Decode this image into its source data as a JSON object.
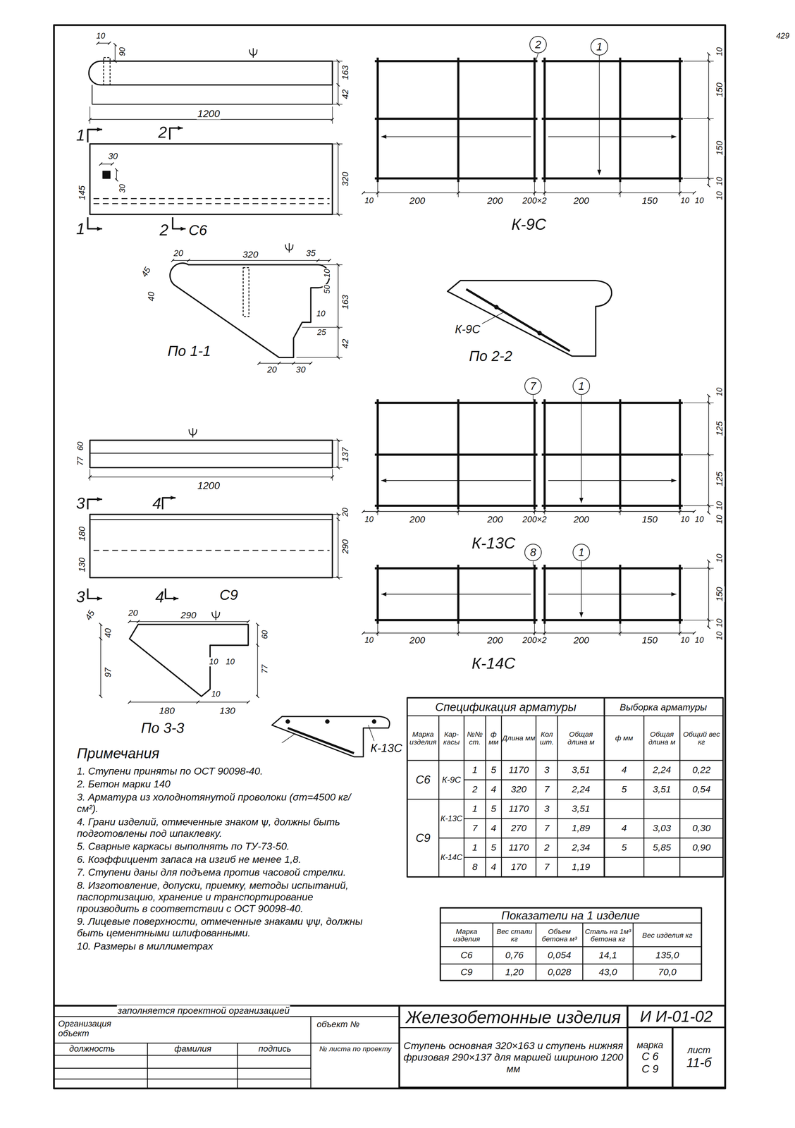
{
  "diagram": {
    "nodes": [
      {
        "text": [
          "2"
        ]
      },
      {
        "text": [
          "1"
        ]
      },
      {
        "text": [
          "7"
        ]
      },
      {
        "text": [
          "1"
        ]
      },
      {
        "text": [
          "8"
        ]
      },
      {
        "text": [
          "1"
        ]
      },
      {
        "text": [
          "Железобетонные изделия"
        ]
      },
      {
        "text": [
          "И И-01-02"
        ]
      },
      {
        "text": [
          "Ступень основная 320×163 и ступень нижняя фризовая 290×137 для маршей шириною 1200 мм"
        ]
      },
      {
        "text": [
          "марка",
          "С 6",
          "С 9"
        ]
      },
      {
        "text": [
          "лист",
          "11-б"
        ]
      }
    ],
    "labels": [
      "429",
      "10",
      "90",
      "163",
      "42",
      "1200",
      "1",
      "2",
      "30",
      "30",
      "145",
      "320",
      "1",
      "2",
      "С6",
      "10",
      "150",
      "150",
      "10",
      "10",
      "10",
      "200",
      "200",
      "200×2",
      "200",
      "150",
      "10",
      "10",
      "К-9С",
      "20",
      "320",
      "35",
      "45",
      "40",
      "10",
      "50",
      "163",
      "10",
      "25",
      "42",
      "20",
      "30",
      "По 1-1",
      "К-9С",
      "По 2-2",
      "10",
      "125",
      "125",
      "10",
      "10",
      "10",
      "200",
      "200",
      "200×2",
      "200",
      "150",
      "10",
      "10",
      "К-13С",
      "10",
      "150",
      "10",
      "10",
      "10",
      "200",
      "200",
      "200×2",
      "200",
      "150",
      "10",
      "10",
      "К-14С",
      "77",
      "60",
      "137",
      "1200",
      "3",
      "4",
      "20",
      "180",
      "290",
      "130",
      "3",
      "4",
      "С9",
      "45",
      "20",
      "290",
      "40",
      "60",
      "97",
      "10",
      "10",
      "77",
      "10",
      "180",
      "130",
      "По 3-3",
      "К-14С",
      "К-13С",
      "Примечания",
      "1. Ступени приняты по ОСТ 90098-40.",
      "2. Бетон марки 140",
      "3. Арматура из холоднотянутой проволоки (σт=4500 кг/см²).",
      "4. Грани изделий, отмеченные знаком ѱ, должны быть подготовлены под шпаклевку.",
      "5. Сварные каркасы выполнять по ТУ-73-50.",
      "6. Коэффициент запаса на изгиб не менее 1,8.",
      "7. Ступени даны для подъема против часовой стрелки.",
      "8. Изготовление, допуски, приемку, методы испытаний, паспортизацию, хранение и транспортирование производить в соответствии с ОСТ 90098-40.",
      "9. Лицевые поверхности, отмеченные знаками ѱѱ, должны быть цементными шлифованными.",
      "10. Размеры в миллиметрах",
      "Спецификация арматуры",
      "Выборка арматуры",
      "Марка изделия",
      "Кар-касы",
      "№№ ст.",
      "ф мм",
      "Длина мм",
      "Кол шт.",
      "Общая длина м",
      "ф мм",
      "Общая длина м",
      "Общий вес кг",
      "С6",
      "К-9С",
      "1",
      "5",
      "1170",
      "3",
      "3,51",
      "4",
      "2,24",
      "0,22",
      "2",
      "4",
      "320",
      "7",
      "2,24",
      "5",
      "3,51",
      "0,54",
      "С9",
      "К-13С",
      "1",
      "5",
      "1170",
      "3",
      "3,51",
      "7",
      "4",
      "270",
      "7",
      "1,89",
      "4",
      "3,03",
      "0,30",
      "К-14С",
      "1",
      "5",
      "1170",
      "2",
      "2,34",
      "5",
      "5,85",
      "0,90",
      "8",
      "4",
      "170",
      "7",
      "1,19",
      "Показатели на 1 изделие",
      "Марка изделия",
      "Вес стали кг",
      "Объем бетона м³",
      "Сталь на 1м³ бетона кг",
      "Вес изделия кг",
      "С6",
      "0,76",
      "0,054",
      "14,1",
      "135,0",
      "С9",
      "1,20",
      "0,028",
      "43,0",
      "70,0",
      "заполняется проектной организацией",
      "Организация объект",
      "объект №",
      "должность",
      "фамилия",
      "подпись",
      "№ листа по проекту"
    ]
  }
}
